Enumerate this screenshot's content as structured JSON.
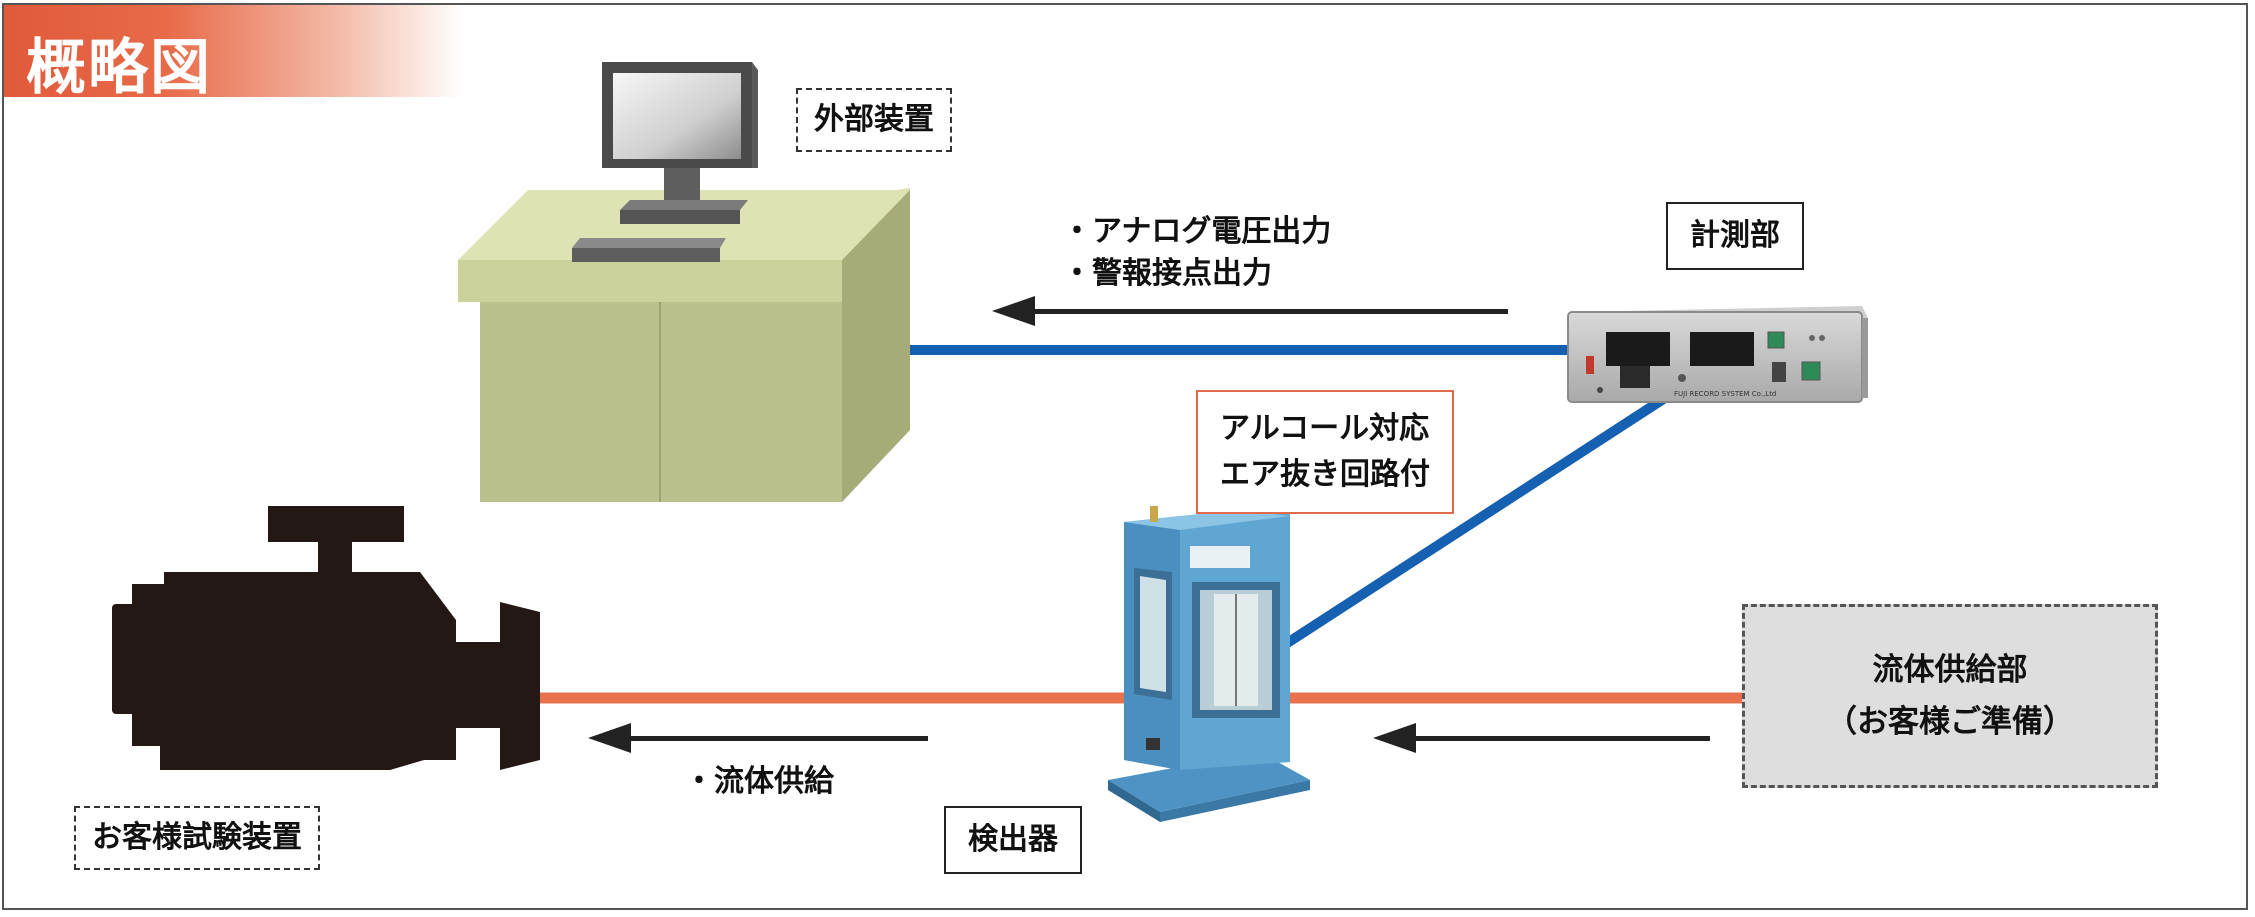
{
  "title": "概略図",
  "labels": {
    "external_device": "外部装置",
    "measurement_unit": "計測部",
    "detector": "検出器",
    "customer_test_device": "お客様試験装置",
    "alcohol_feature_line1": "アルコール対応",
    "alcohol_feature_line2": "エア抜き回路付",
    "fluid_supply_line1": "流体供給部",
    "fluid_supply_line2": "（お客様ご準備）"
  },
  "annotations": {
    "analog_output": "・アナログ電圧出力",
    "alarm_output": "・警報接点出力",
    "fluid_supply": "・流体供給"
  },
  "device_panel_text": "FUJI RECORD SYSTEM Co.,Ltd",
  "colors": {
    "title_band": "#e05a3a",
    "signal_line": "#1560b0",
    "fluid_line": "#e8714e",
    "arrow": "#222222",
    "desk": "#d3d7a6",
    "detector_body": "#5fa6d3",
    "engine": "#231815"
  }
}
